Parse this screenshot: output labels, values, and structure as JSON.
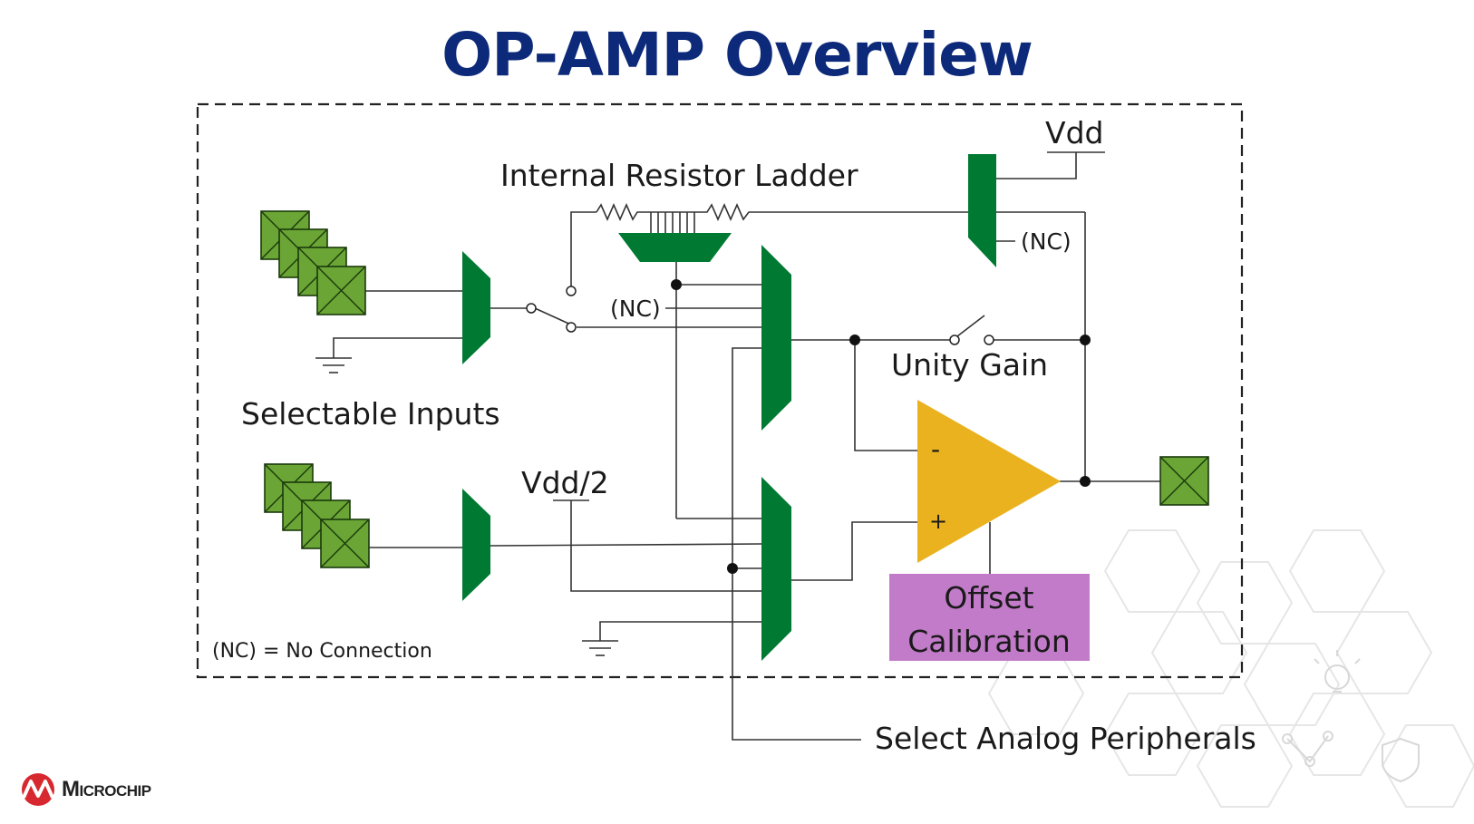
{
  "slide": {
    "title": "OP-AMP Overview"
  },
  "labels": {
    "vdd": "Vdd",
    "resistor_ladder": "Internal Resistor Ladder",
    "nc_top": "(NC)",
    "nc_mid": "(NC)",
    "unity_gain": "Unity Gain",
    "selectable_inputs": "Selectable Inputs",
    "vdd_half": "Vdd/2",
    "minus": "-",
    "plus": "+",
    "offset_line1": "Offset",
    "offset_line2": "Calibration",
    "nc_legend": "(NC) = No Connection",
    "select_analog": "Select Analog Peripherals"
  },
  "colors": {
    "title": "#0d2a7a",
    "mux": "#007a33",
    "pad": "#6aa535",
    "opamp": "#e9b21e",
    "offset_box": "#c27bc9",
    "logo": "#d7282f"
  },
  "logo": {
    "text": "Microchip"
  }
}
